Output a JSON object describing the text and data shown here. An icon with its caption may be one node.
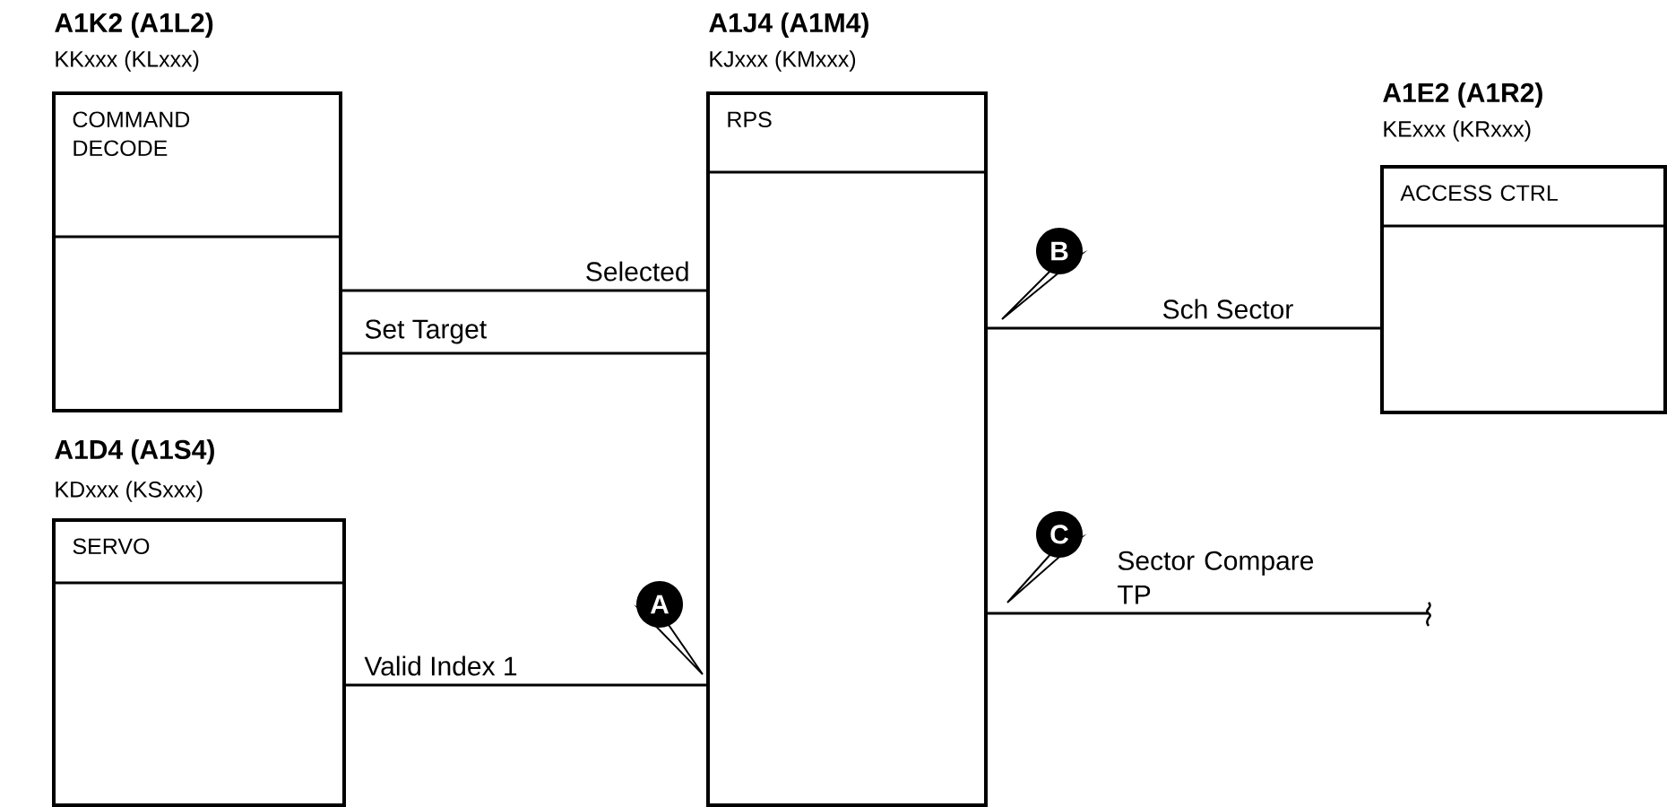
{
  "diagram": {
    "nodes": [
      {
        "text": [
          "A1K2 (A1L2)",
          "KKxxx (KLxxx)",
          "COMMAND DECODE"
        ]
      },
      {
        "text": [
          "A1J4 (A1M4)",
          "KJxxx (KMxxx)",
          "RPS"
        ]
      },
      {
        "text": [
          "A1E2 (A1R2)",
          "KExxx (KRxxx)",
          "ACCESS CTRL"
        ]
      },
      {
        "text": [
          "A1D4 (A1S4)",
          "KDxxx (KSxxx)",
          "SERVO"
        ]
      }
    ],
    "edges": [
      {
        "from": 0,
        "to": 1,
        "arrow": "none",
        "label": "Selected"
      },
      {
        "from": 0,
        "to": 1,
        "arrow": "none",
        "label": "Set Target"
      },
      {
        "from": 1,
        "to": 2,
        "arrow": "none",
        "label": "Sch Sector"
      },
      {
        "from": 1,
        "to": null,
        "arrow": "none",
        "label": "Sector Compare TP"
      },
      {
        "from": 3,
        "to": 1,
        "arrow": "none",
        "label": "Valid Index 1"
      }
    ],
    "labels": [
      "A",
      "B",
      "C"
    ]
  }
}
